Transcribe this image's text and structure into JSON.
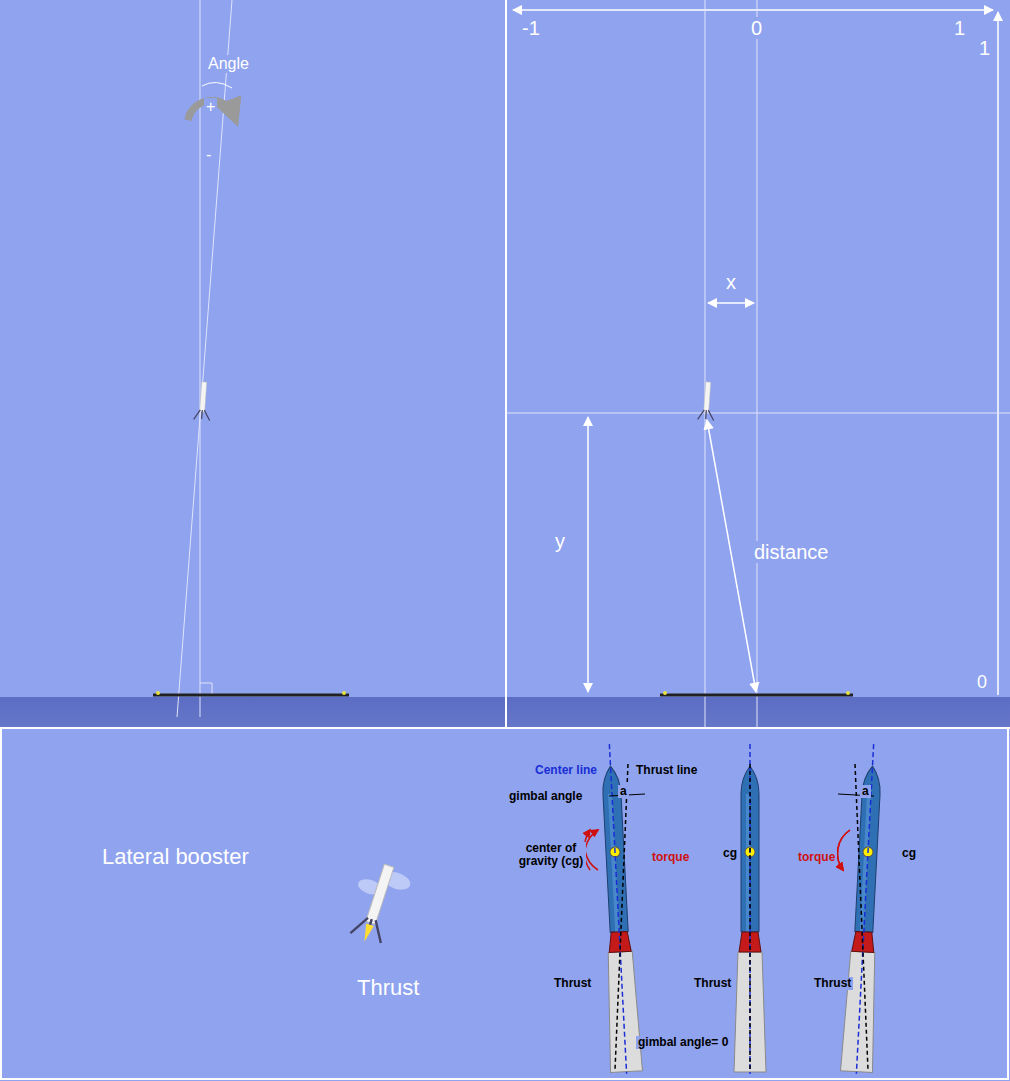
{
  "diagram": {
    "labels": [
      "Angle",
      "+",
      "-",
      "-1",
      "0",
      "1",
      "1",
      "x",
      "y",
      "distance",
      "0",
      "Lateral booster",
      "Thrust",
      "Center line",
      "Thrust line",
      "gimbal angle",
      "a",
      "center of gravity (cg)",
      "torque",
      "cg",
      "a",
      "torque",
      "cg",
      "Thrust",
      "Thrust",
      "Thrust",
      "gimbal angle= 0"
    ]
  }
}
